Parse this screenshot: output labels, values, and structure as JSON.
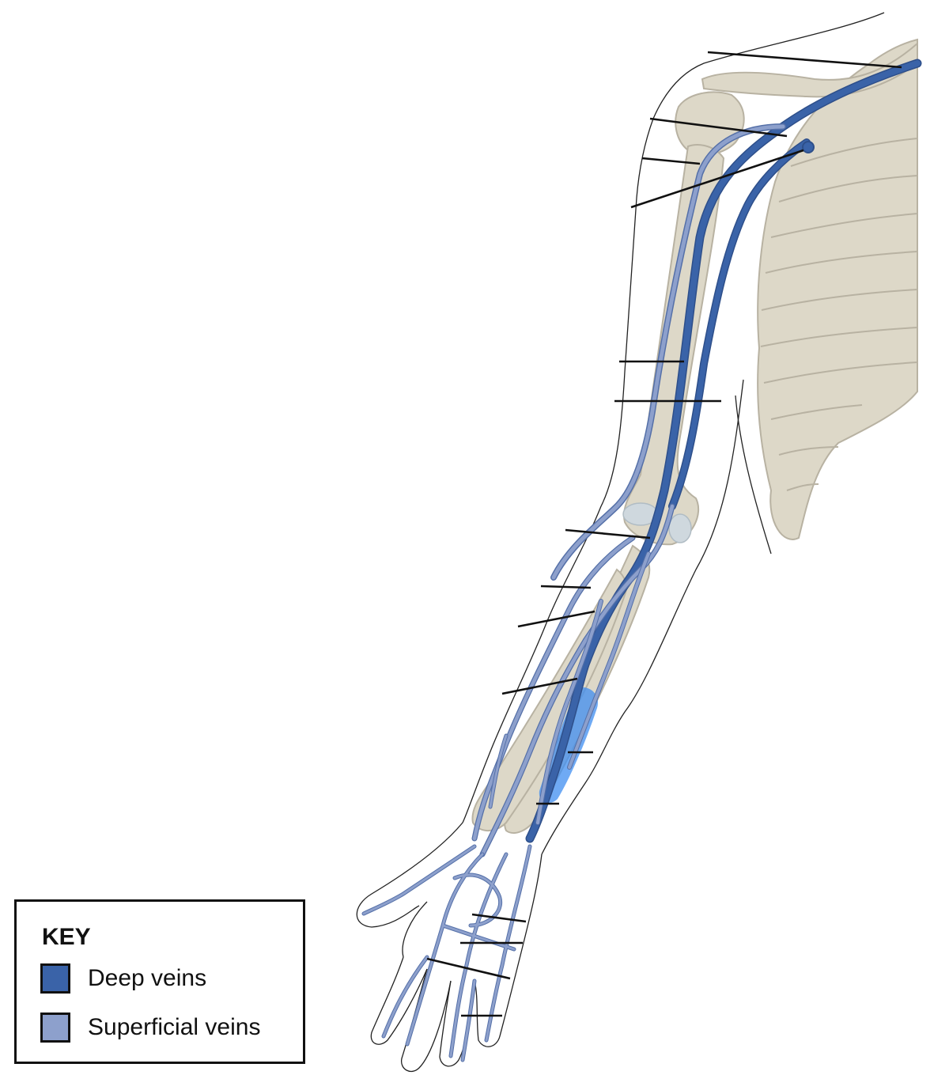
{
  "key": {
    "title": "KEY",
    "items": [
      {
        "label": "Deep veins",
        "color": "#3a63a8"
      },
      {
        "label": "Superficial veins",
        "color": "#8da0cc"
      }
    ]
  },
  "colors": {
    "bone": "#ddd8c8",
    "bone_outline": "#b8b2a2",
    "deep_vein": "#3a63a8",
    "superficial_vein": "#8da0cc",
    "vein_outline": "#4a6aa8",
    "highlight": "#3f8ef0",
    "skin_outline": "#222222",
    "leader_line": "#111111"
  }
}
